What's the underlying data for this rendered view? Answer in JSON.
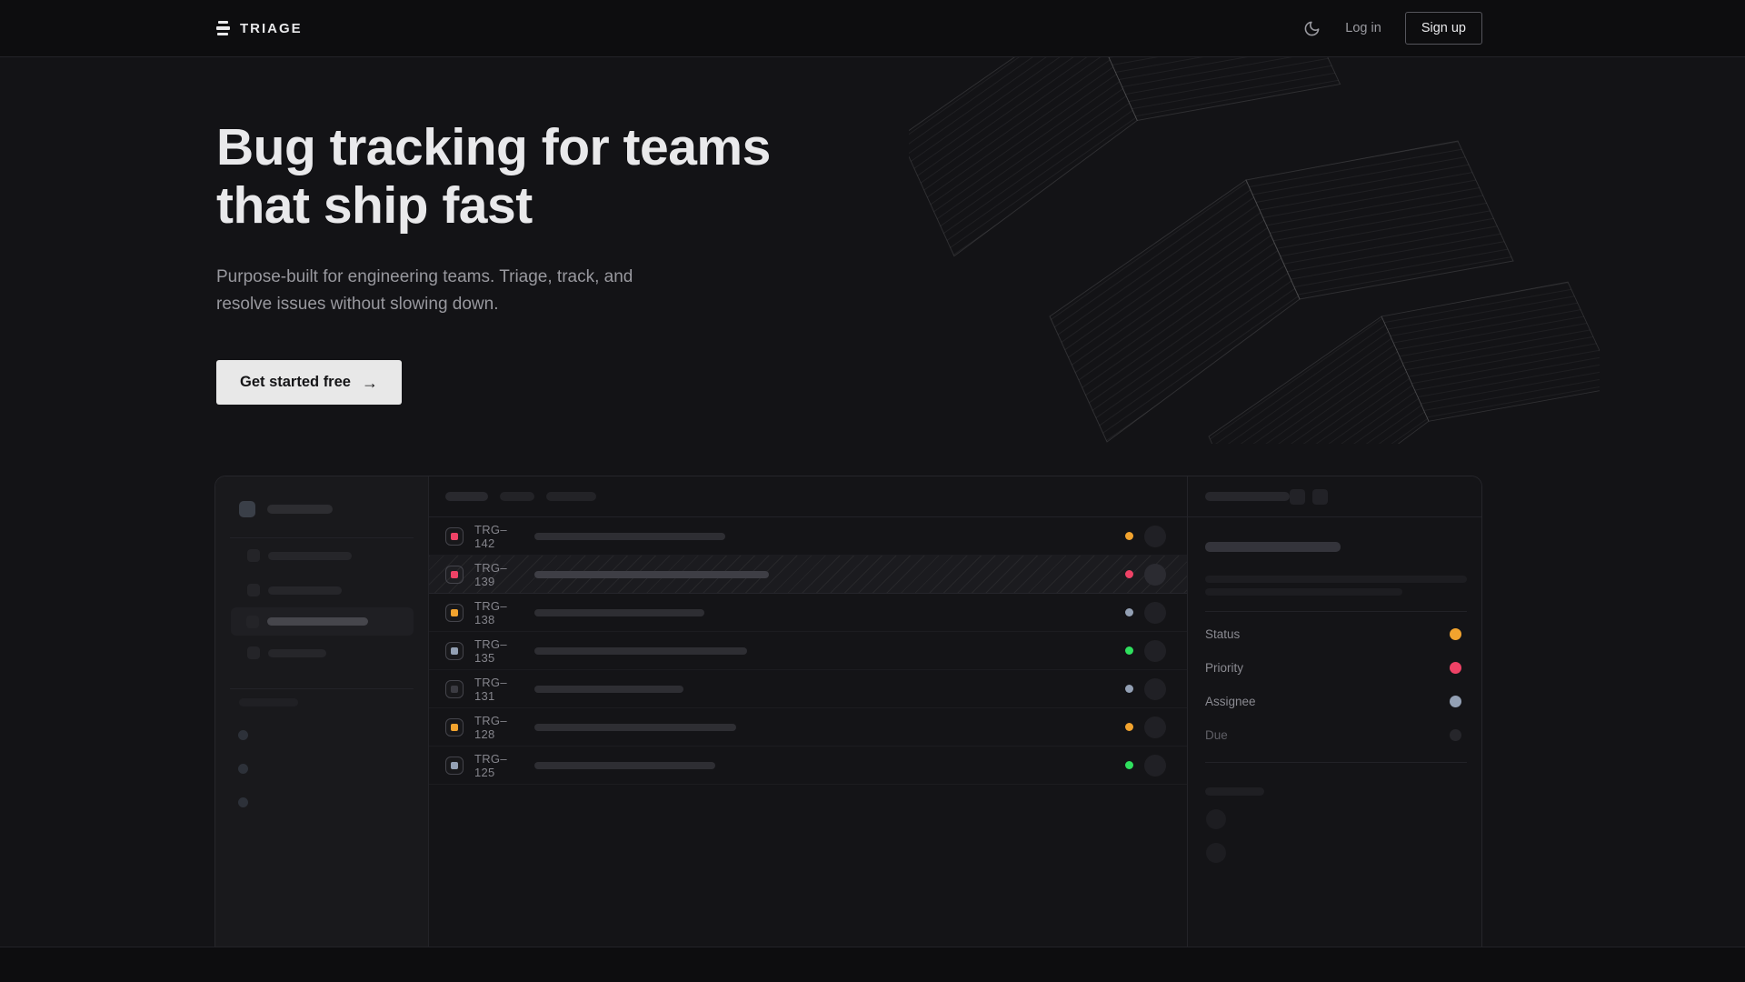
{
  "brand": {
    "name": "TRIAGE"
  },
  "nav": {
    "login_label": "Log in",
    "signup_label": "Sign up",
    "theme_icon": "moon"
  },
  "hero": {
    "title_line1": "Bug tracking for teams",
    "title_line2": "that ship fast",
    "subtitle_line1": "Purpose-built for engineering teams. Triage, track, and",
    "subtitle_line2": "resolve issues without slowing down.",
    "cta_label": "Get started free",
    "cta_arrow": "→"
  },
  "colors": {
    "pink": "#ee4266",
    "orange": "#f2a32e",
    "slate": "#93a0b4",
    "green": "#2fe05e",
    "dim_icon": "#3b3b42",
    "due_dot": "#26262b"
  },
  "mockup": {
    "issues": [
      {
        "id": "TRG–142",
        "icon": "pink",
        "dot": "orange",
        "title_w": 210,
        "selected": false
      },
      {
        "id": "TRG–139",
        "icon": "pink",
        "dot": "pink",
        "title_w": 258,
        "selected": true
      },
      {
        "id": "TRG–138",
        "icon": "orange",
        "dot": "slate",
        "title_w": 187,
        "selected": false
      },
      {
        "id": "TRG–135",
        "icon": "slate",
        "dot": "green",
        "title_w": 234,
        "selected": false
      },
      {
        "id": "TRG–131",
        "icon": "dim_icon",
        "dot": "slate",
        "title_w": 164,
        "selected": false
      },
      {
        "id": "TRG–128",
        "icon": "orange",
        "dot": "orange",
        "title_w": 222,
        "selected": false
      },
      {
        "id": "TRG–125",
        "icon": "slate",
        "dot": "green",
        "title_w": 199,
        "selected": false
      }
    ],
    "detail_fields": [
      {
        "label": "Status",
        "dot": "orange",
        "dim": false
      },
      {
        "label": "Priority",
        "dot": "pink",
        "dim": false
      },
      {
        "label": "Assignee",
        "dot": "slate",
        "dim": false
      },
      {
        "label": "Due",
        "dot": "due_dot",
        "dim": true
      }
    ]
  }
}
